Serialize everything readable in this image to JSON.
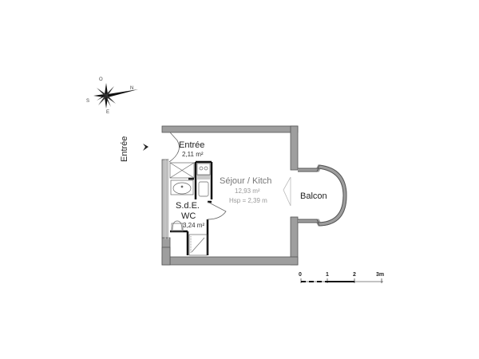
{
  "plan": {
    "entry_label": "Entrée",
    "compass": {
      "north": "N",
      "south": "S",
      "east": "E",
      "west": "O"
    },
    "rooms": [
      {
        "id": "entree",
        "name": "Entrée",
        "area": "2,11 m²"
      },
      {
        "id": "sejour",
        "name": "Séjour / Kitch",
        "area": "12,93 m²",
        "height": "Hsp = 2,39 m"
      },
      {
        "id": "sde",
        "name_line1": "S.d.E.",
        "name_line2": "WC",
        "area": "3,24 m²"
      },
      {
        "id": "balcon",
        "name": "Balcon"
      }
    ],
    "scale": {
      "ticks": [
        "0",
        "1",
        "2",
        "3m"
      ]
    }
  },
  "colors": {
    "wall": "#9e9e9e",
    "wall_edge": "#555555",
    "fixture": "#111111",
    "background": "#ffffff"
  }
}
